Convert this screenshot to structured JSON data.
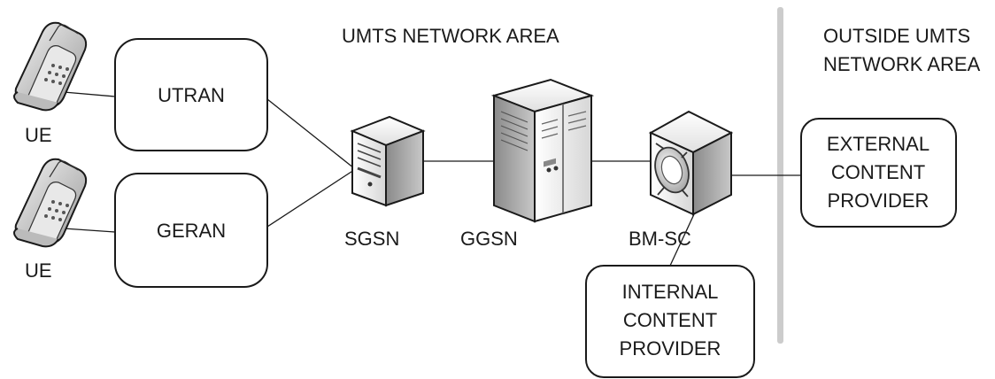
{
  "regions": {
    "umts": "UMTS NETWORK AREA",
    "outside_line1": "OUTSIDE UMTS",
    "outside_line2": "NETWORK AREA"
  },
  "ue_labels": [
    "UE",
    "UE"
  ],
  "nodes": {
    "utran": "UTRAN",
    "geran": "GERAN",
    "sgsn": "SGSN",
    "ggsn": "GGSN",
    "bmsc": "BM-SC"
  },
  "external_provider": [
    "EXTERNAL",
    "CONTENT",
    "PROVIDER"
  ],
  "internal_provider": [
    "INTERNAL",
    "CONTENT",
    "PROVIDER"
  ],
  "icons": {
    "ue": "mobile-phone-icon",
    "sgsn": "tower-server-icon",
    "ggsn": "rack-server-icon",
    "bmsc": "broadcast-server-icon"
  }
}
